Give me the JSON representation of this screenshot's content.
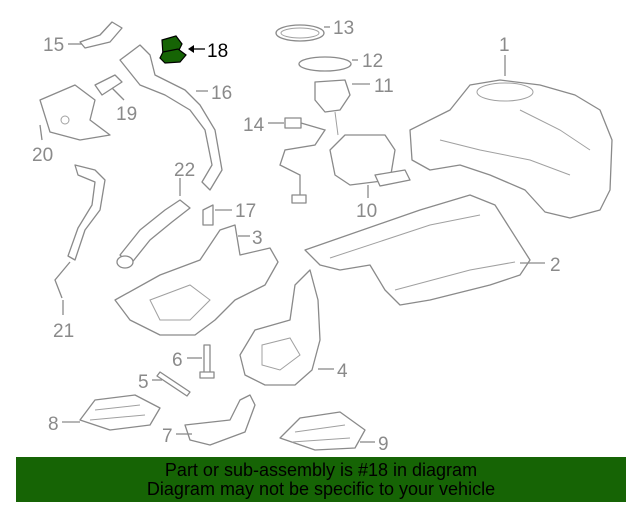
{
  "diagram": {
    "highlighted_part": "18",
    "highlight_color": "#166405",
    "callouts": [
      "1",
      "2",
      "3",
      "4",
      "5",
      "6",
      "7",
      "8",
      "9",
      "10",
      "11",
      "12",
      "13",
      "14",
      "15",
      "16",
      "17",
      "18",
      "19",
      "20",
      "21",
      "22"
    ]
  },
  "banner": {
    "line1": "Part or sub-assembly is #18 in diagram",
    "line2": "Diagram may not be specific to your vehicle",
    "background": "#166405"
  }
}
